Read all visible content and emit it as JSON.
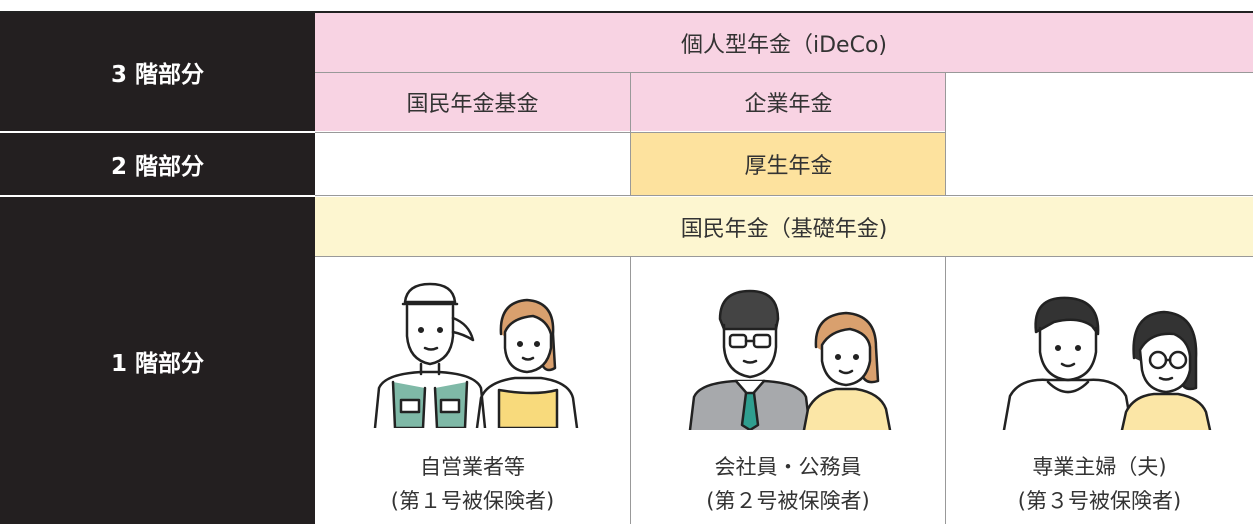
{
  "tiers": {
    "tier3": "3 階部分",
    "tier2": "2 階部分",
    "tier1": "1 階部分"
  },
  "bands": {
    "ideco": "個人型年金（iDeCo)",
    "kokumin_kikin": "国民年金基金",
    "kigyo_nenkin": "企業年金",
    "kosei_nenkin": "厚生年金",
    "kokumin_nenkin": "国民年金（基礎年金)"
  },
  "groups": [
    {
      "title": "自営業者等",
      "sub": "(第１号被保険者)"
    },
    {
      "title": "会社員・公務員",
      "sub": "(第２号被保険者)"
    },
    {
      "title": "専業主婦（夫)",
      "sub": "(第３号被保険者)"
    }
  ],
  "colors": {
    "dark": "#231f20",
    "pink": "#f8d3e3",
    "yellow_light": "#fdf6d0",
    "yellow_strong": "#fde29e"
  }
}
